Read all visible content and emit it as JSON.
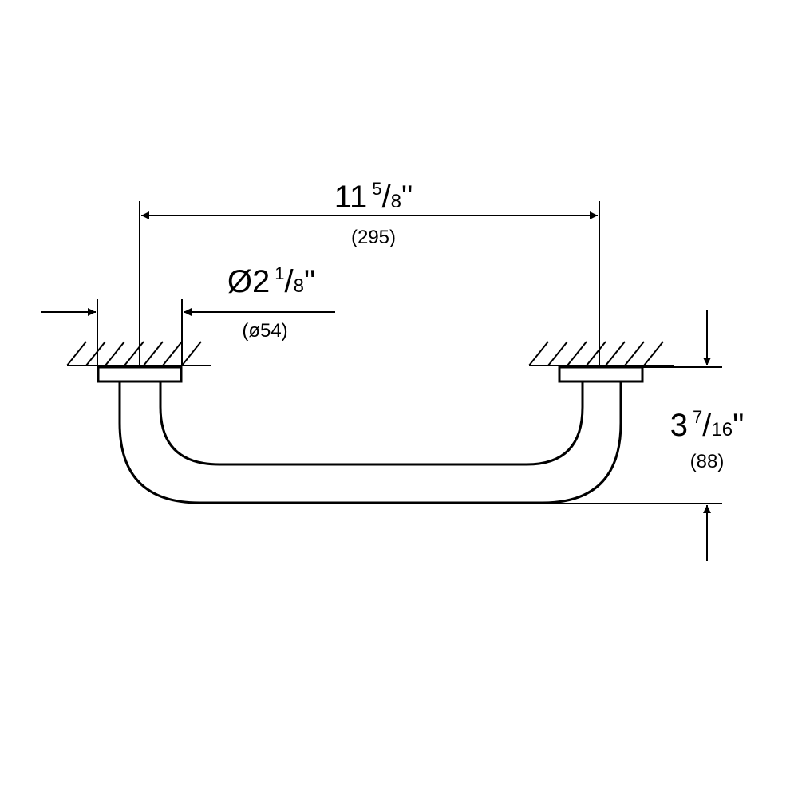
{
  "dimensions": {
    "length": {
      "whole": "11",
      "num": "5",
      "den": "8",
      "inch_mark": "\"",
      "metric": "(295)"
    },
    "diameter": {
      "whole": "Ø2",
      "num": "1",
      "den": "8",
      "inch_mark": "\"",
      "metric": "(ø54)"
    },
    "height": {
      "whole": "3",
      "num": "7",
      "den": "16",
      "inch_mark": "\"",
      "metric": "(88)"
    }
  },
  "colors": {
    "line": "#000000",
    "background": "#ffffff"
  }
}
